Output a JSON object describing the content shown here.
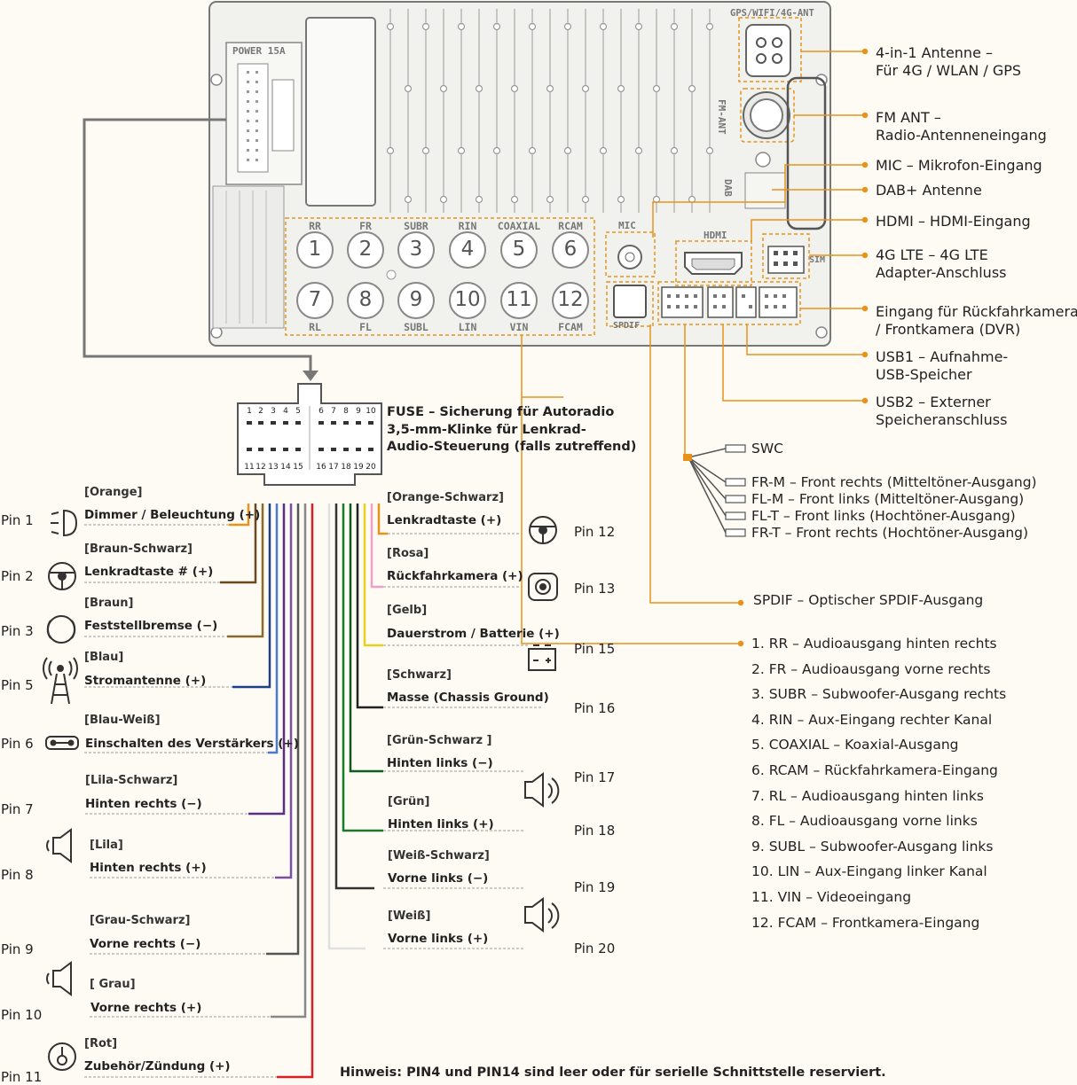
{
  "colors": {
    "accent": "#e8921c",
    "wire_orange": "#e8921c",
    "wire_brown": "#6b4a1e",
    "wire_blue": "#1f3f8a",
    "wire_purple": "#7a4fa3",
    "wire_red": "#d92020",
    "wire_pink": "#f0a0c8",
    "wire_yellow": "#e8d020",
    "wire_green": "#1a7a2a",
    "wire_white": "#e8e8e8",
    "wire_black": "#222222",
    "wire_gray": "#888888"
  },
  "unit": {
    "power_label": "POWER 15A",
    "gps_label": "GPS/WIFI/4G-ANT",
    "fm_label": "FM-ANT",
    "dab_label": "DAB",
    "mic_label": "MIC",
    "hdmi_label": "HDMI",
    "sim_label": "SIM",
    "spdif_label": "SPDIF",
    "rca_top_labels": [
      "RR",
      "FR",
      "SUBR",
      "RIN",
      "COAXIAL",
      "RCAM"
    ],
    "rca_bottom_labels": [
      "RL",
      "FL",
      "SUBL",
      "LIN",
      "VIN",
      "FCAM"
    ],
    "rca_numbers": [
      "1",
      "2",
      "3",
      "4",
      "5",
      "6",
      "7",
      "8",
      "9",
      "10",
      "11",
      "12"
    ]
  },
  "callouts": {
    "antenna": "4-in-1 Antenne –\nFür 4G / WLAN / GPS",
    "fm": "FM ANT –\nRadio-Antenneneingang",
    "mic": "MIC – Mikrofon-Eingang",
    "dab": "DAB+ Antenne",
    "hdmi": "HDMI – HDMI-Eingang",
    "lte": "4G LTE – 4G LTE\nAdapter-Anschluss",
    "camera": "Eingang für Rückfahrkamera\n/ Frontkamera (DVR)",
    "usb1": "USB1 – Aufnahme-\nUSB-Speicher",
    "usb2": "USB2 – Externer\nSpeicheranschluss"
  },
  "swc_list": [
    "SWC",
    "FR-M – Front rechts (Mitteltöner-Ausgang)",
    "FL-M – Front links (Mitteltöner-Ausgang)",
    "FL-T – Front links (Hochtöner-Ausgang)",
    "FR-T – Front rechts (Hochtöner-Ausgang)"
  ],
  "spdif_callout": "SPDIF – Optischer SPDIF-Ausgang",
  "rca_list": [
    "1. RR – Audioausgang hinten rechts",
    "2. FR – Audioausgang vorne rechts",
    "3. SUBR – Subwoofer-Ausgang rechts",
    "4. RIN – Aux-Eingang rechter Kanal",
    "5. COAXIAL – Koaxial-Ausgang",
    "6. RCAM – Rückfahrkamera-Eingang",
    "7. RL – Audioausgang hinten links",
    "8. FL – Audioausgang vorne links",
    "9. SUBL – Subwoofer-Ausgang links",
    "10. LIN – Aux-Eingang linker Kanal",
    "11. VIN – Videoeingang",
    "12. FCAM – Frontkamera-Eingang"
  ],
  "connector": {
    "top_numbers": [
      "1",
      "2",
      "3",
      "4",
      "5",
      "6",
      "7",
      "8",
      "9",
      "10"
    ],
    "bottom_numbers": [
      "11",
      "12",
      "13",
      "14",
      "15",
      "16",
      "17",
      "18",
      "19",
      "20"
    ]
  },
  "fuse_text": "FUSE – Sicherung für Autoradio\n3,5-mm-Klinke für Lenkrad-\nAudio-Steuerung (falls zutreffend)",
  "left_pins": [
    {
      "pin": "Pin 1",
      "color_tag": "[Orange]",
      "function": "Dimmer / Beleuchtung (+)",
      "icon": "dimmer-icon"
    },
    {
      "pin": "Pin 2",
      "color_tag": "[Braun-Schwarz]",
      "function": "Lenkradtaste # (+)",
      "icon": "steering-wheel-icon"
    },
    {
      "pin": "Pin 3",
      "color_tag": "[Braun]",
      "function": "Feststellbremse (−)",
      "icon": "parking-brake-icon"
    },
    {
      "pin": "Pin 5",
      "color_tag": "[Blau]",
      "function": "Stromantenne (+)",
      "icon": "antenna-tower-icon"
    },
    {
      "pin": "Pin 6",
      "color_tag": "[Blau-Weiß]",
      "function": "Einschalten des Verstärkers (+)",
      "icon": "amplifier-icon"
    },
    {
      "pin": "Pin 7",
      "color_tag": "[Lila-Schwarz]",
      "function": "Hinten rechts (−)",
      "icon": "speaker-icon"
    },
    {
      "pin": "Pin 8",
      "color_tag": "[Lila]",
      "function": "Hinten rechts (+)",
      "icon": ""
    },
    {
      "pin": "Pin 9",
      "color_tag": "[Grau-Schwarz]",
      "function": "Vorne rechts (−)",
      "icon": "speaker-icon"
    },
    {
      "pin": "Pin 10",
      "color_tag": "[ Grau]",
      "function": "Vorne rechts (+)",
      "icon": ""
    },
    {
      "pin": "Pin 11",
      "color_tag": "[Rot]",
      "function": "Zubehör/Zündung (+)",
      "icon": "ignition-key-icon"
    }
  ],
  "right_pins": [
    {
      "pin": "Pin 12",
      "color_tag": "[Orange-Schwarz]",
      "function": "Lenkradtaste (+)",
      "icon": "steering-wheel-icon"
    },
    {
      "pin": "Pin 13",
      "color_tag": "[Rosa]",
      "function": "Rückfahrkamera (+)",
      "icon": "camera-icon"
    },
    {
      "pin": "Pin 15",
      "color_tag": "[Gelb]",
      "function": "Dauerstrom / Batterie (+)",
      "icon": "battery-icon"
    },
    {
      "pin": "Pin 16",
      "color_tag": "[Schwarz]",
      "function": "Masse (Chassis Ground)",
      "icon": ""
    },
    {
      "pin": "Pin 17",
      "color_tag": "[Grün-Schwarz ]",
      "function": "Hinten links (−)",
      "icon": "speaker-icon"
    },
    {
      "pin": "Pin 18",
      "color_tag": "[Grün]",
      "function": "Hinten links (+)",
      "icon": ""
    },
    {
      "pin": "Pin 19",
      "color_tag": "[Weiß-Schwarz]",
      "function": "Vorne links (−)",
      "icon": "speaker-icon"
    },
    {
      "pin": "Pin 20",
      "color_tag": "[Weiß]",
      "function": "Vorne links (+)",
      "icon": ""
    }
  ],
  "note": "Hinweis: PIN4 und PIN14 sind leer oder für serielle Schnittstelle reserviert."
}
